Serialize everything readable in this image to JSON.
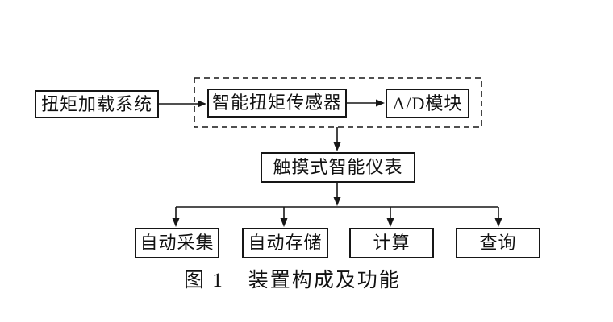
{
  "figure": {
    "type": "flowchart",
    "caption": {
      "label": "图 1",
      "text": "装置构成及功能"
    },
    "nodes": {
      "torque_loading": "扭矩加载系统",
      "smart_torque_sensor": "智能扭矩传感器",
      "ad_module": "A/D模块",
      "touch_instrument": "触摸式智能仪表",
      "auto_collect": "自动采集",
      "auto_store": "自动存储",
      "compute": "计算",
      "query": "查询"
    },
    "groups": [
      {
        "style": "dashed-border",
        "members": [
          "智能扭矩传感器",
          "A/D模块"
        ]
      }
    ],
    "edges": [
      {
        "from": "扭矩加载系统",
        "to": "智能扭矩传感器"
      },
      {
        "from": "智能扭矩传感器",
        "to": "A/D模块"
      },
      {
        "from": "dashed-group",
        "to": "触摸式智能仪表"
      },
      {
        "from": "触摸式智能仪表",
        "to": "自动采集"
      },
      {
        "from": "触摸式智能仪表",
        "to": "自动存储"
      },
      {
        "from": "触摸式智能仪表",
        "to": "计算"
      },
      {
        "from": "触摸式智能仪表",
        "to": "查询"
      }
    ],
    "colors": {
      "background": "#ffffff",
      "line": "#161616",
      "text": "#111111"
    }
  }
}
